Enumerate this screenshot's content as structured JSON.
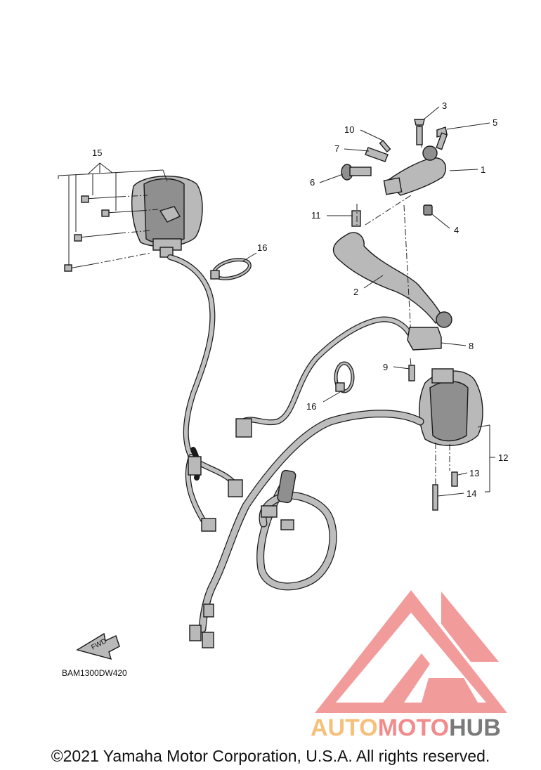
{
  "diagram": {
    "drawing_code": "BAM1300DW420",
    "direction_label": "FWD",
    "callouts": [
      "1",
      "2",
      "3",
      "4",
      "5",
      "6",
      "7",
      "8",
      "9",
      "10",
      "11",
      "12",
      "13",
      "14",
      "15",
      "16",
      "16"
    ]
  },
  "watermark": {
    "word_part1": "AUTO",
    "word_part2": "MOTO",
    "word_part3": "HUB",
    "color_part1": "#f5c07a",
    "color_part2": "#f28b8b",
    "color_part3": "#7a7a7a",
    "logo_color": "#f08a8a"
  },
  "footer": {
    "copyright": "©2021 Yamaha Motor Corporation, U.S.A. All rights reserved."
  }
}
